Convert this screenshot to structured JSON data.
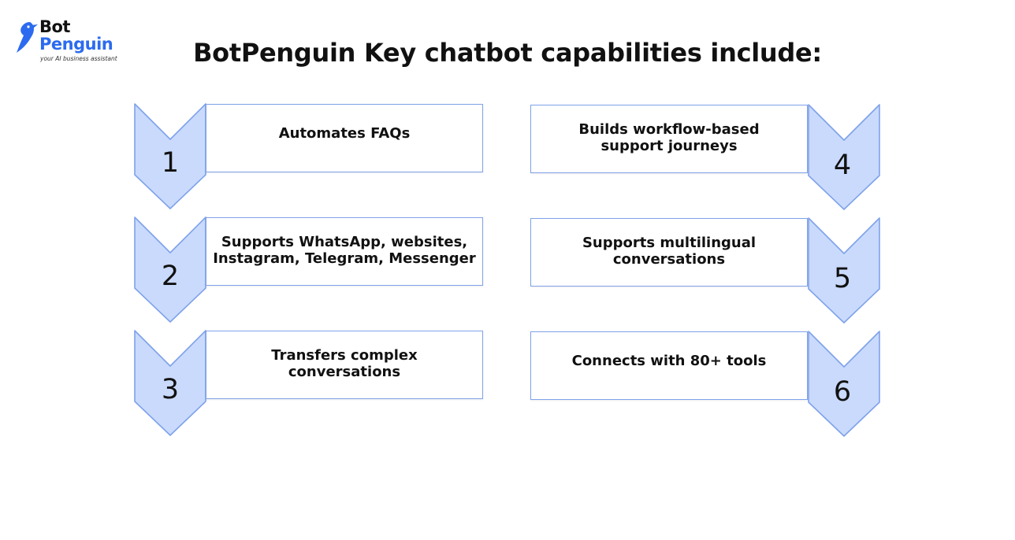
{
  "logo": {
    "line1": "Bot",
    "line2": "Penguin",
    "tagline": "your AI business assistant"
  },
  "title": "BotPenguin Key chatbot capabilities include:",
  "colors": {
    "arrow_fill": "#c9dafc",
    "arrow_stroke": "#7fa2ea",
    "box_border": "#7fa2ea",
    "brand_blue": "#2c6bef"
  },
  "items": [
    {
      "number": "1",
      "text": "Automates FAQs"
    },
    {
      "number": "2",
      "text": "Supports WhatsApp, websites,\nInstagram, Telegram, Messenger"
    },
    {
      "number": "3",
      "text": "Transfers complex\nconversations"
    },
    {
      "number": "4",
      "text": "Builds workflow-based\nsupport journeys"
    },
    {
      "number": "5",
      "text": "Supports multilingual\nconversations"
    },
    {
      "number": "6",
      "text": "Connects with 80+ tools"
    }
  ]
}
